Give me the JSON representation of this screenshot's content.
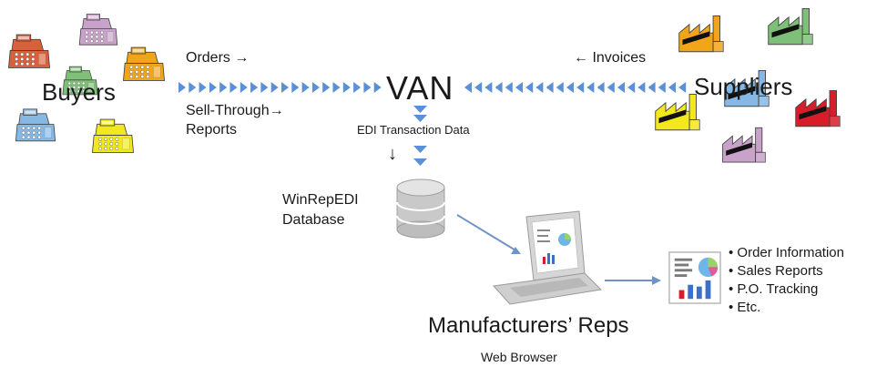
{
  "labels": {
    "buyers": "Buyers",
    "van": "VAN",
    "suppliers": "Suppliers",
    "orders": "Orders →",
    "invoices": "← Invoices",
    "sell_through_line1": "Sell-Through→",
    "sell_through_line2": "Reports",
    "edi_transaction_data": "EDI Transaction Data",
    "down_arrow": "↓",
    "database_line1": "WinRepEDI",
    "database_line2": "Database",
    "manufacturers_reps": "Manufacturers’ Reps",
    "web_browser": "Web Browser"
  },
  "features": [
    "Order Information",
    "Sales Reports",
    "P.O. Tracking",
    "Etc."
  ],
  "colors": {
    "arrow_blue": "#5b8fd6",
    "connector_blue": "#6f93c8",
    "register_red": "#d9603a",
    "register_purple": "#c8a2c8",
    "register_orange": "#f2a51a",
    "register_green": "#7fc078",
    "register_blue": "#86b8e6",
    "register_yellow": "#f3e81b",
    "factory_orange": "#f2a51a",
    "factory_green": "#7fc078",
    "factory_blue": "#86b8e6",
    "factory_yellow": "#f3e81b",
    "factory_red": "#d81d2a",
    "factory_purple": "#c8a2c8"
  },
  "icons": {
    "buyer": "cash-register-icon",
    "supplier": "factory-icon",
    "database": "database-cylinder-icon",
    "laptop": "laptop-icon",
    "report": "report-chart-icon"
  }
}
